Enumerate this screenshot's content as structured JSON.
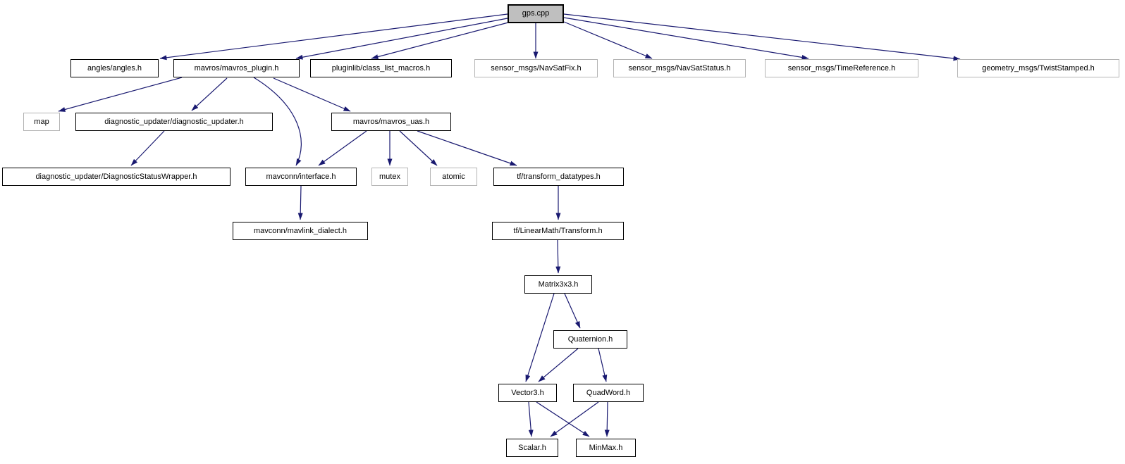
{
  "diagram": {
    "type": "include-dependency-graph",
    "edge_color": "#191970",
    "root_fill": "#bfbfbf",
    "nodes": [
      {
        "label": "gps.cpp",
        "kind": "root"
      },
      {
        "label": "angles/angles.h",
        "kind": "internal"
      },
      {
        "label": "mavros/mavros_plugin.h",
        "kind": "internal"
      },
      {
        "label": "pluginlib/class_list_macros.h",
        "kind": "internal"
      },
      {
        "label": "sensor_msgs/NavSatFix.h",
        "kind": "external"
      },
      {
        "label": "sensor_msgs/NavSatStatus.h",
        "kind": "external"
      },
      {
        "label": "sensor_msgs/TimeReference.h",
        "kind": "external"
      },
      {
        "label": "geometry_msgs/TwistStamped.h",
        "kind": "external"
      },
      {
        "label": "map",
        "kind": "external"
      },
      {
        "label": "diagnostic_updater/diagnostic_updater.h",
        "kind": "internal"
      },
      {
        "label": "mavros/mavros_uas.h",
        "kind": "internal"
      },
      {
        "label": "diagnostic_updater/DiagnosticStatusWrapper.h",
        "kind": "internal"
      },
      {
        "label": "mavconn/interface.h",
        "kind": "internal"
      },
      {
        "label": "mutex",
        "kind": "external"
      },
      {
        "label": "atomic",
        "kind": "external"
      },
      {
        "label": "tf/transform_datatypes.h",
        "kind": "internal"
      },
      {
        "label": "mavconn/mavlink_dialect.h",
        "kind": "internal"
      },
      {
        "label": "tf/LinearMath/Transform.h",
        "kind": "internal"
      },
      {
        "label": "Matrix3x3.h",
        "kind": "internal"
      },
      {
        "label": "Quaternion.h",
        "kind": "internal"
      },
      {
        "label": "Vector3.h",
        "kind": "internal"
      },
      {
        "label": "QuadWord.h",
        "kind": "internal"
      },
      {
        "label": "Scalar.h",
        "kind": "internal"
      },
      {
        "label": "MinMax.h",
        "kind": "internal"
      }
    ],
    "edges": [
      {
        "from": "gps.cpp",
        "to": "angles/angles.h"
      },
      {
        "from": "gps.cpp",
        "to": "mavros/mavros_plugin.h"
      },
      {
        "from": "gps.cpp",
        "to": "pluginlib/class_list_macros.h"
      },
      {
        "from": "gps.cpp",
        "to": "sensor_msgs/NavSatFix.h"
      },
      {
        "from": "gps.cpp",
        "to": "sensor_msgs/NavSatStatus.h"
      },
      {
        "from": "gps.cpp",
        "to": "sensor_msgs/TimeReference.h"
      },
      {
        "from": "gps.cpp",
        "to": "geometry_msgs/TwistStamped.h"
      },
      {
        "from": "mavros/mavros_plugin.h",
        "to": "map"
      },
      {
        "from": "mavros/mavros_plugin.h",
        "to": "diagnostic_updater/diagnostic_updater.h"
      },
      {
        "from": "mavros/mavros_plugin.h",
        "to": "mavconn/interface.h"
      },
      {
        "from": "mavros/mavros_plugin.h",
        "to": "mavros/mavros_uas.h"
      },
      {
        "from": "diagnostic_updater/diagnostic_updater.h",
        "to": "diagnostic_updater/DiagnosticStatusWrapper.h"
      },
      {
        "from": "mavros/mavros_uas.h",
        "to": "mavconn/interface.h"
      },
      {
        "from": "mavros/mavros_uas.h",
        "to": "mutex"
      },
      {
        "from": "mavros/mavros_uas.h",
        "to": "atomic"
      },
      {
        "from": "mavros/mavros_uas.h",
        "to": "tf/transform_datatypes.h"
      },
      {
        "from": "mavconn/interface.h",
        "to": "mavconn/mavlink_dialect.h"
      },
      {
        "from": "tf/transform_datatypes.h",
        "to": "tf/LinearMath/Transform.h"
      },
      {
        "from": "tf/LinearMath/Transform.h",
        "to": "Matrix3x3.h"
      },
      {
        "from": "Matrix3x3.h",
        "to": "Vector3.h"
      },
      {
        "from": "Matrix3x3.h",
        "to": "Quaternion.h"
      },
      {
        "from": "Quaternion.h",
        "to": "Vector3.h"
      },
      {
        "from": "Quaternion.h",
        "to": "QuadWord.h"
      },
      {
        "from": "Vector3.h",
        "to": "Scalar.h"
      },
      {
        "from": "Vector3.h",
        "to": "MinMax.h"
      },
      {
        "from": "QuadWord.h",
        "to": "Scalar.h"
      },
      {
        "from": "QuadWord.h",
        "to": "MinMax.h"
      }
    ]
  }
}
